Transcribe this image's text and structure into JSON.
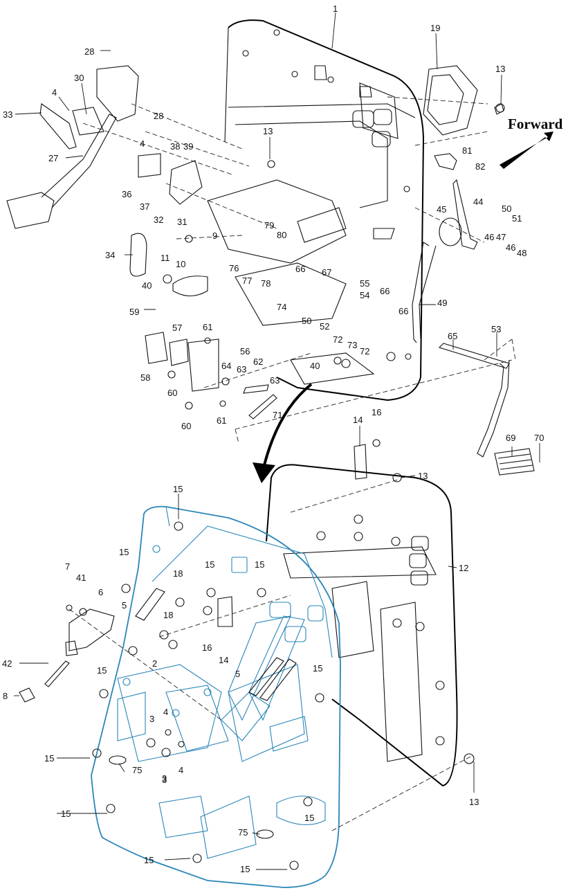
{
  "forward_label": "Forward",
  "colors": {
    "line": "#111111",
    "floor_plate": "#2a86b8",
    "arrow": "#000000"
  },
  "callouts": [
    "1",
    "4",
    "30",
    "28",
    "33",
    "28",
    "4",
    "27",
    "38",
    "39",
    "13",
    "19",
    "13",
    "36",
    "37",
    "32",
    "31",
    "81",
    "82",
    "44",
    "45",
    "50",
    "51",
    "34",
    "11",
    "10",
    "9",
    "79",
    "80",
    "76",
    "77",
    "78",
    "46",
    "47",
    "46",
    "48",
    "40",
    "66",
    "67",
    "55",
    "54",
    "66",
    "66",
    "49",
    "74",
    "50",
    "52",
    "72",
    "73",
    "72",
    "59",
    "57",
    "61",
    "56",
    "64",
    "63",
    "62",
    "63",
    "58",
    "60",
    "40",
    "60",
    "61",
    "71",
    "65",
    "53",
    "69",
    "70",
    "14",
    "16",
    "13",
    "15",
    "12",
    "15",
    "18",
    "15",
    "15",
    "7",
    "41",
    "6",
    "5",
    "18",
    "16",
    "14",
    "2",
    "42",
    "5",
    "15",
    "15",
    "8",
    "3",
    "4",
    "3",
    "4",
    "15",
    "75",
    "3",
    "15",
    "75",
    "13",
    "15",
    "15",
    "15"
  ]
}
